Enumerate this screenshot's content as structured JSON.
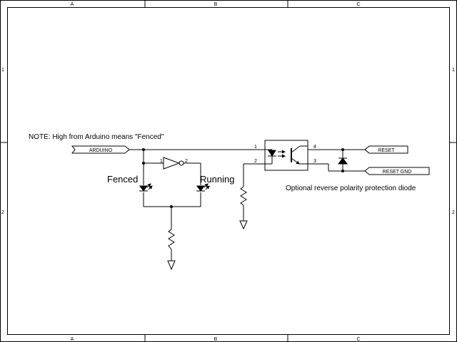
{
  "frame": {
    "top_columns": [
      "A",
      "B",
      "C"
    ],
    "bottom_columns": [
      "A",
      "B",
      "C"
    ],
    "left_rows": [
      "1",
      "2"
    ],
    "right_rows": [
      "1",
      "2"
    ]
  },
  "note": "NOTE: High from Arduino means \"Fenced\"",
  "ports": {
    "arduino": "ARDUINO",
    "reset": "RESET",
    "reset_gnd": "RESET GND"
  },
  "labels": {
    "fenced": "Fenced",
    "running": "Running",
    "diode_note": "Optional reverse polarity protection diode"
  },
  "pins": {
    "inverter_in": "1",
    "inverter_out": "2",
    "opto_1": "1",
    "opto_2": "2",
    "opto_3": "3",
    "opto_4": "4"
  }
}
